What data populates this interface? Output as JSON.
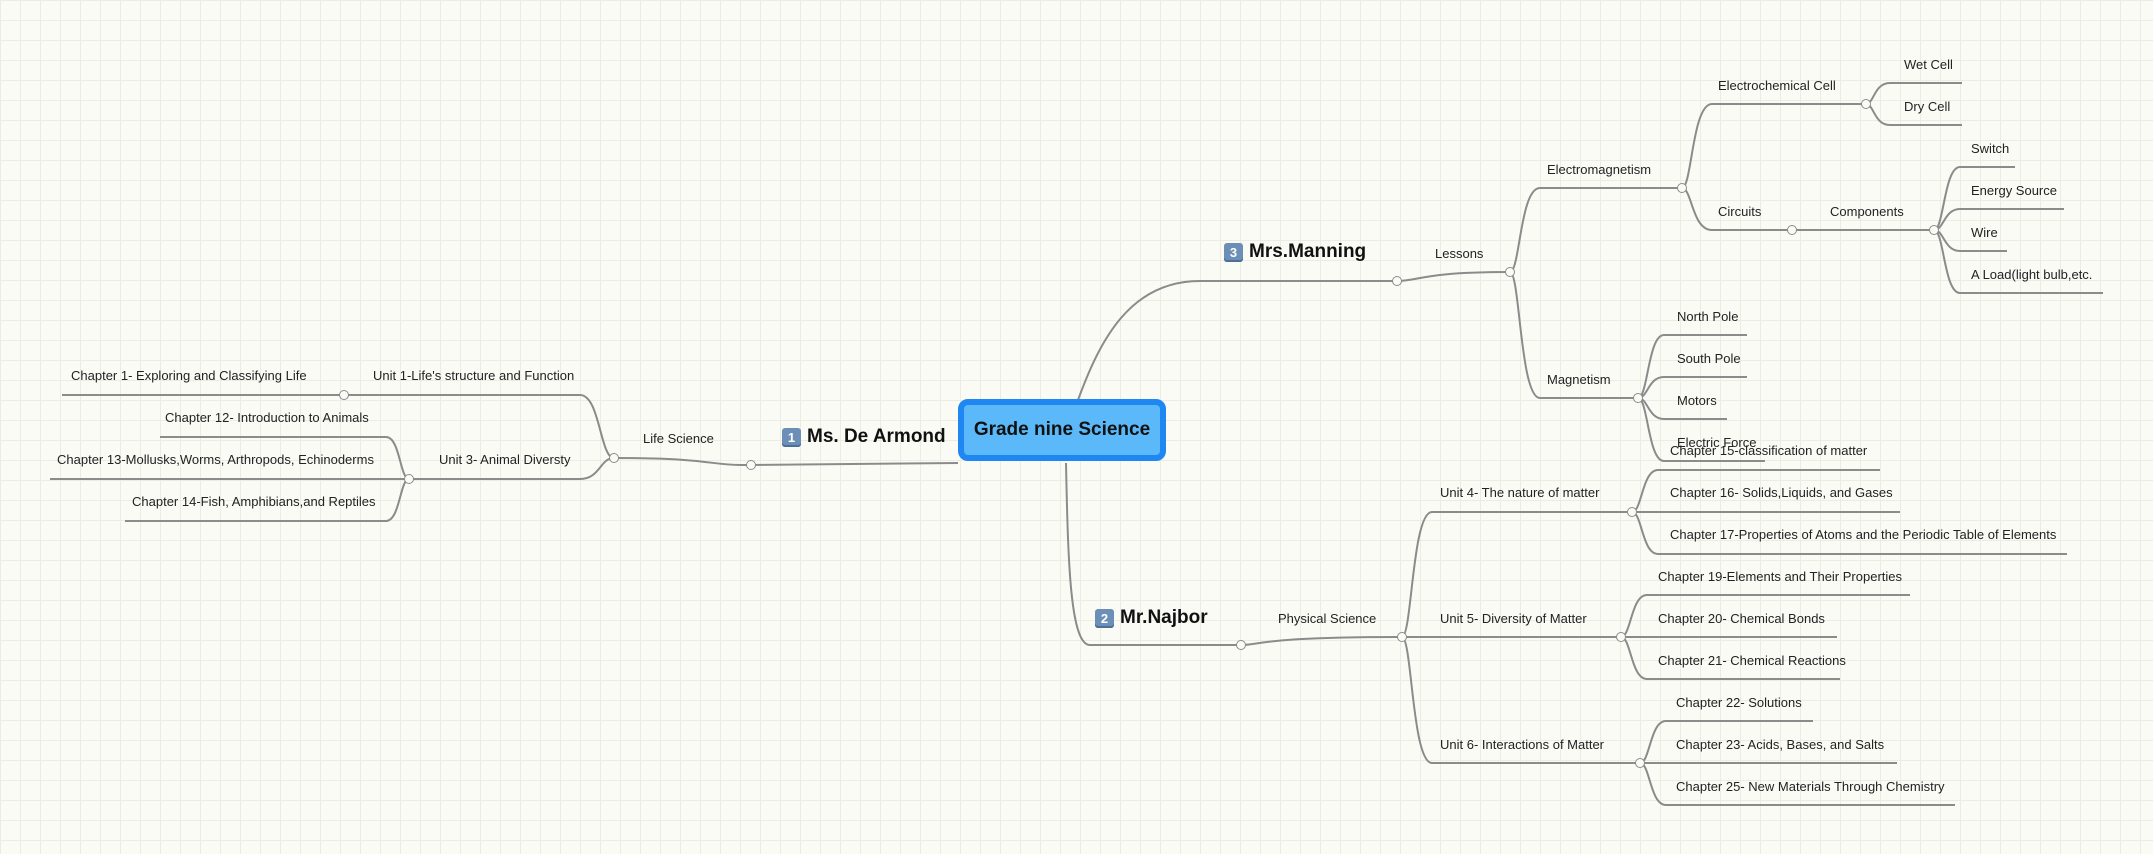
{
  "central": {
    "label": "Grade nine Science",
    "color": "#5bb9f9",
    "border": "#1f87f1"
  },
  "colors": {
    "line": "#8b8b8b",
    "badge": "#6c8fb7",
    "grid": "#ecece4"
  },
  "branches": {
    "manning": {
      "badge": "3",
      "name": "Mrs.Manning",
      "lessons": "Lessons",
      "electromagnetism": "Electromagnetism",
      "electrochemical_cell": "Electrochemical Cell",
      "wet_cell": "Wet Cell",
      "dry_cell": "Dry Cell",
      "circuits": "Circuits",
      "components": "Components",
      "switch": "Switch",
      "energy_source": "Energy Source",
      "wire": "Wire",
      "a_load": "A Load(light bulb,etc.",
      "magnetism": "Magnetism",
      "north_pole": "North Pole",
      "south_pole": "South Pole",
      "motors": "Motors",
      "electric_force": "Electric Force"
    },
    "dearmond": {
      "badge": "1",
      "name": "Ms. De Armond",
      "life_science": "Life Science",
      "unit1": "Unit 1-Life's structure and Function",
      "chapter1": "Chapter 1- Exploring and Classifying Life",
      "unit3": "Unit 3-  Animal Diversty",
      "chapter12": "Chapter 12- Introduction to Animals",
      "chapter13": "Chapter 13-Mollusks,Worms, Arthropods, Echinoderms",
      "chapter14": "Chapter 14-Fish, Amphibians,and Reptiles"
    },
    "najbor": {
      "badge": "2",
      "name": "Mr.Najbor",
      "physical_science": "Physical Science",
      "unit4": "Unit 4- The nature of matter",
      "chapter15": "Chapter 15-classification of matter",
      "chapter16": "Chapter 16- Solids,Liquids, and Gases",
      "chapter17": "Chapter 17-Properties of Atoms and the Periodic Table of Elements",
      "unit5": "Unit 5- Diversity of Matter",
      "chapter19": "Chapter 19-Elements and Their Properties",
      "chapter20": "Chapter 20- Chemical Bonds",
      "chapter21": "Chapter 21- Chemical Reactions",
      "unit6": "Unit 6- Interactions of Matter",
      "chapter22": "Chapter 22- Solutions",
      "chapter23": "Chapter 23- Acids, Bases, and Salts",
      "chapter25": "Chapter 25- New Materials Through Chemistry"
    }
  }
}
